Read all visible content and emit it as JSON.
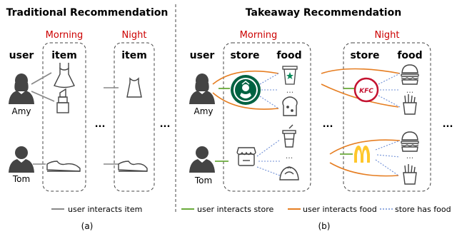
{
  "left": {
    "title": "Traditional Recommendation",
    "morning_label": "Morning",
    "night_label": "Night",
    "col_user": "user",
    "col_item": "item",
    "col_item_night": "item",
    "user1": "Amy",
    "user2": "Tom",
    "ellipsis_mid": "...",
    "ellipsis_right": "...",
    "legend_interacts": "user interacts item",
    "caption": "(a)"
  },
  "right": {
    "title": "Takeaway Recommendation",
    "morning_label": "Morning",
    "night_label": "Night",
    "col_user": "user",
    "col_store": "store",
    "col_food": "food",
    "col_store_night": "store",
    "col_food_night": "food",
    "user1": "Amy",
    "user2": "Tom",
    "kfc_logo": "KFC",
    "dots": "...",
    "ellipsis_mid": "...",
    "ellipsis_right": "...",
    "legend_store": "user interacts store",
    "legend_food": "user interacts food",
    "legend_has": "store has food",
    "caption": "(b)"
  },
  "colors": {
    "time_label": "#cc0000",
    "store_edge": "#6aaa3a",
    "food_edge": "#e67e22",
    "has_edge": "#6f8fd6",
    "item_edge": "#888888",
    "icon": "#444444"
  }
}
